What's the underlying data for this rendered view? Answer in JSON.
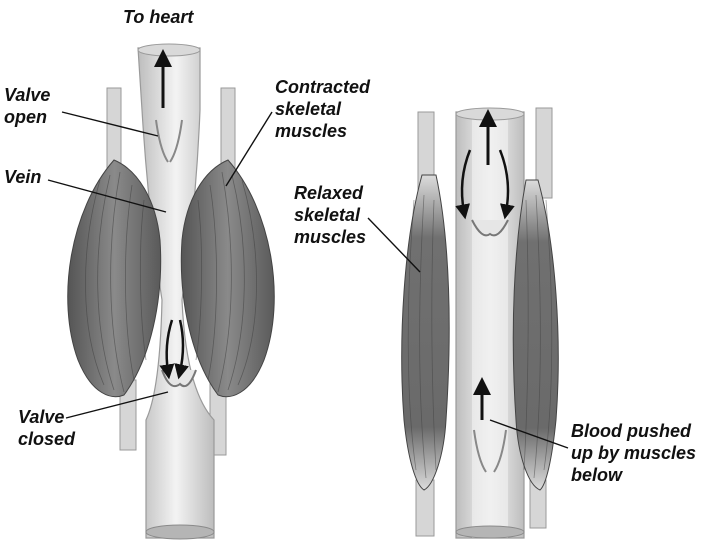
{
  "labels": {
    "to_heart": "To heart",
    "valve_open": [
      "Valve",
      "open"
    ],
    "contracted": [
      "Contracted",
      "skeletal",
      "muscles"
    ],
    "vein": "Vein",
    "relaxed": [
      "Relaxed",
      "skeletal",
      "muscles"
    ],
    "valve_closed": [
      "Valve",
      "closed"
    ],
    "blood_pushed": [
      "Blood pushed",
      "up by muscles",
      "below"
    ]
  },
  "colors": {
    "muscle": "#6e6e6e",
    "muscle_dark": "#4f4f4f",
    "tendon": "#d8d8d8",
    "vein_wall": "#c9c9c9",
    "vein_lumen": "#eeeeee",
    "arrow": "#111111"
  }
}
